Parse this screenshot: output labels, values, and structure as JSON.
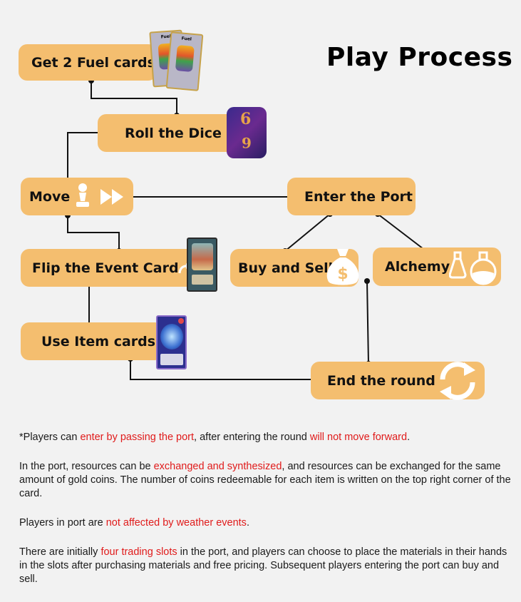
{
  "title": "Play Process",
  "nodes": {
    "get_fuel": "Get 2 Fuel cards",
    "roll_dice": "Roll the Dice",
    "move": "Move",
    "enter_port": "Enter the Port",
    "flip_event": "Flip the Event Card",
    "buy_sell": "Buy and Sell",
    "alchemy": "Alchemy",
    "use_item": "Use Item cards",
    "end_round": "End the round"
  },
  "card_labels": {
    "fuel": "Fuel"
  },
  "dice_faces": {
    "top": "6",
    "side": "6"
  },
  "icons": {
    "fuel_cards": "fuel-card-icon",
    "dice": "purple-dice-icon",
    "pawn": "chess-pawn-icon",
    "fast_forward": "fast-forward-icon",
    "event_card": "event-card-icon",
    "item_card": "item-card-icon",
    "money_bag": "money-bag-icon",
    "potion": "potion-flask-icon",
    "cycle": "refresh-cycle-icon"
  },
  "colors": {
    "node_fill": "#f4be6f",
    "highlight": "#e01b1b",
    "background": "#f2f2f2"
  },
  "notes": {
    "n1": {
      "a": "*Players can ",
      "b": "enter by passing the port",
      "c": ", after entering the round ",
      "d": "will not move forward",
      "e": "."
    },
    "n2": {
      "a": "In the port, resources can be ",
      "b": "exchanged and synthesized",
      "c": ", and resources can be exchanged for the same amount of gold coins. The number of coins redeemable for each item is written on the top right corner of the card."
    },
    "n3": {
      "a": "Players in port are ",
      "b": "not affected by weather events",
      "c": "."
    },
    "n4": {
      "a": "There are initially ",
      "b": "four trading slots",
      "c": " in the port, and players can choose to place the materials in their hands in the slots after purchasing materials and free pricing. Subsequent players entering the port can buy and sell."
    }
  }
}
